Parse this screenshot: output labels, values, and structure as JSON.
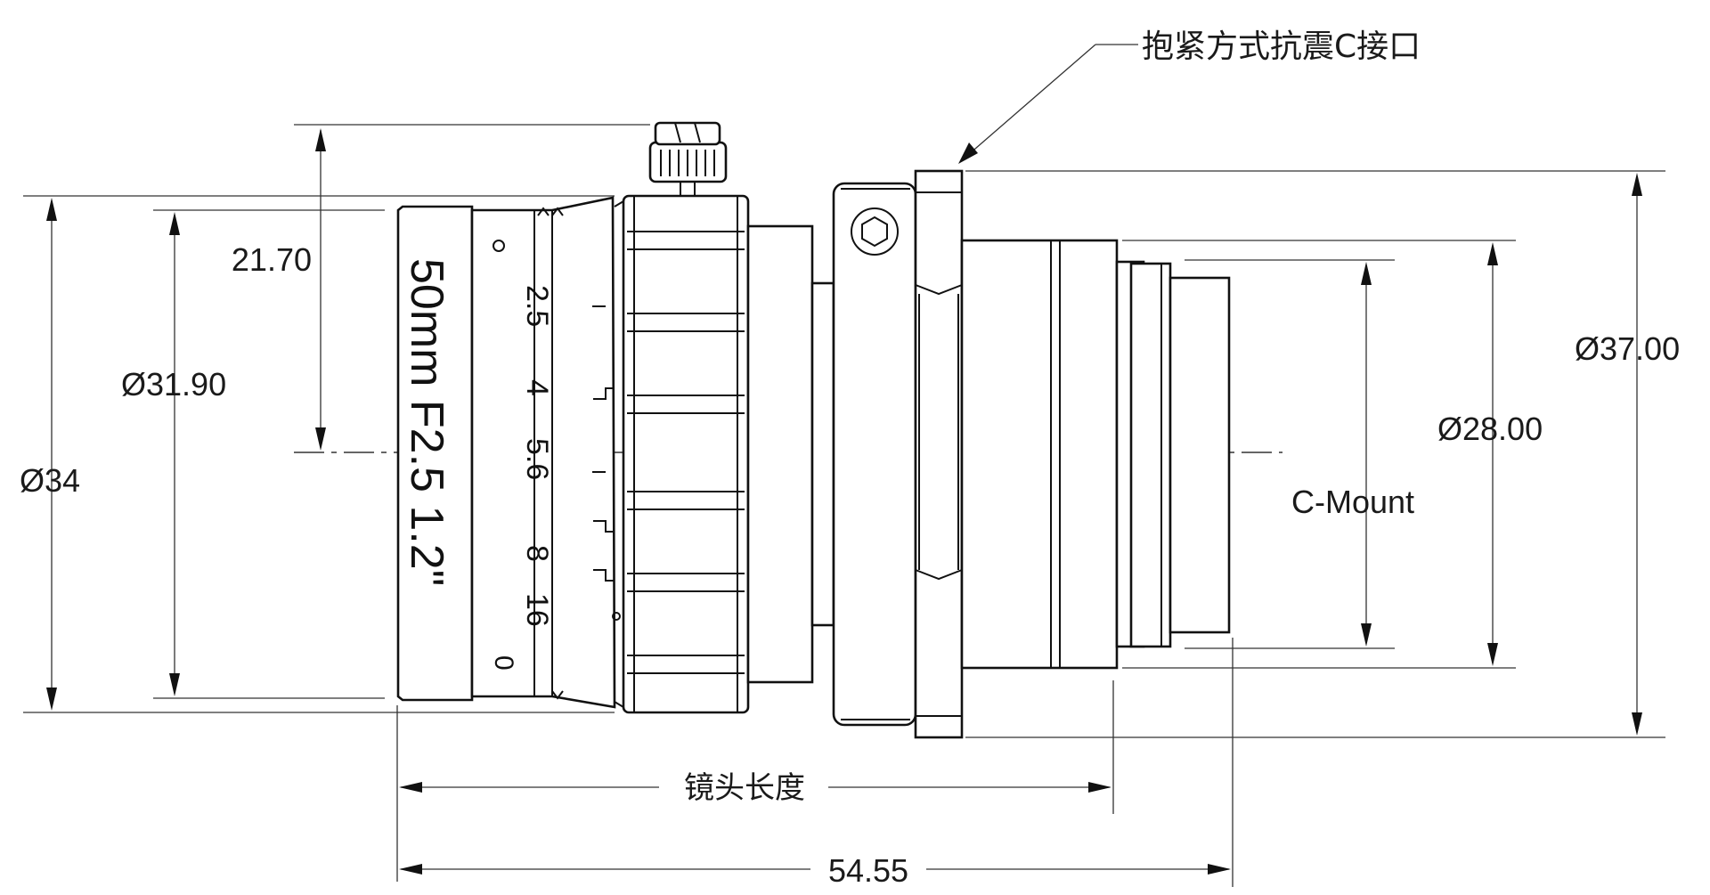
{
  "callout": {
    "mount_label": "抱紧方式抗震C接口"
  },
  "dimensions": {
    "height_to_knob": "21.70",
    "diameter_front": "Ø31.90",
    "diameter_body": "Ø34",
    "diameter_clamp": "Ø37.00",
    "diameter_thread": "Ø28.00",
    "mount_type": "C-Mount",
    "lens_length_label": "镜头长度",
    "overall_length": "54.55"
  },
  "lens_markings": {
    "model": "50mm F2.5 1.2\"",
    "aperture_scale": [
      "2.5",
      "4",
      "5.6",
      "8",
      "16"
    ],
    "zero_mark": "0"
  }
}
